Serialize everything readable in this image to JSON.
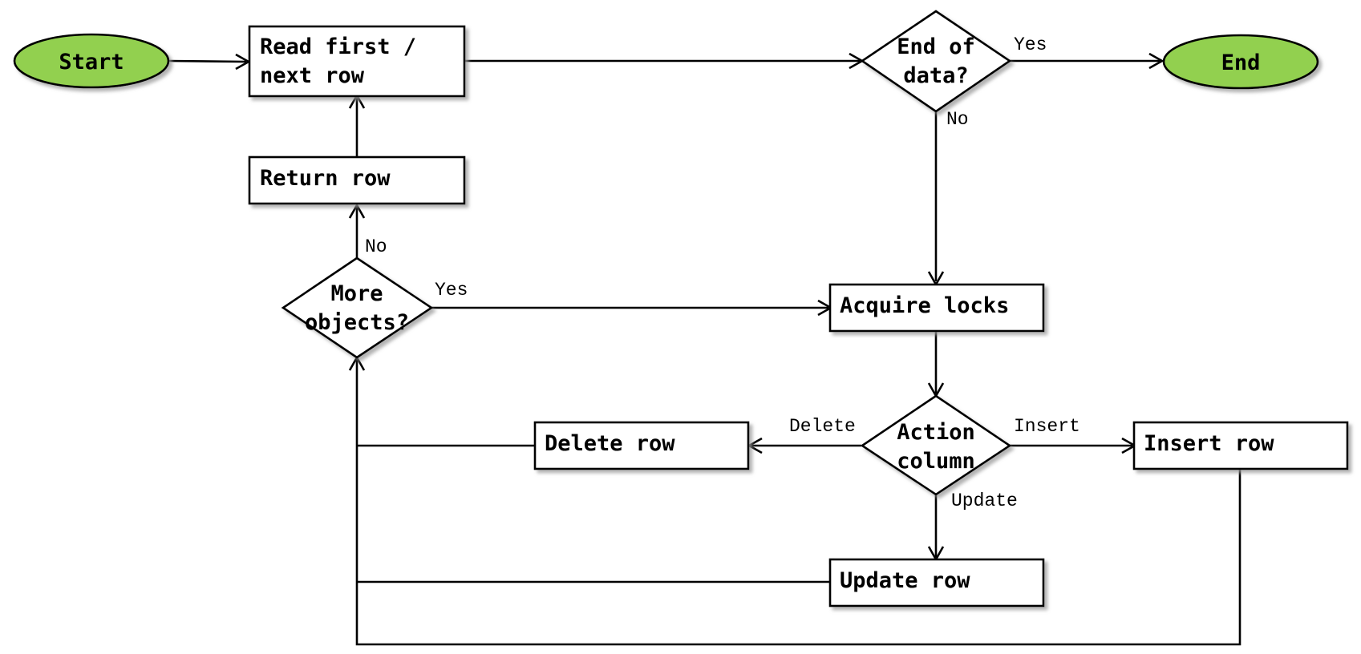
{
  "colors": {
    "terminal_fill": "#92d050",
    "stroke": "#000000",
    "shadow": "#b0b0b0"
  },
  "nodes": {
    "start": "Start",
    "end": "End",
    "read_row": [
      "Read first /",
      "next row"
    ],
    "end_of_data": [
      "End of",
      "data?"
    ],
    "return_row": "Return row",
    "more_objects": [
      "More",
      "objects?"
    ],
    "acquire_locks": "Acquire locks",
    "action_column": [
      "Action",
      "column"
    ],
    "delete_row": "Delete row",
    "insert_row": "Insert row",
    "update_row": "Update row"
  },
  "edge_labels": {
    "end_of_data_yes": "Yes",
    "end_of_data_no": "No",
    "more_objects_no": "No",
    "more_objects_yes": "Yes",
    "action_delete": "Delete",
    "action_insert": "Insert",
    "action_update": "Update"
  }
}
